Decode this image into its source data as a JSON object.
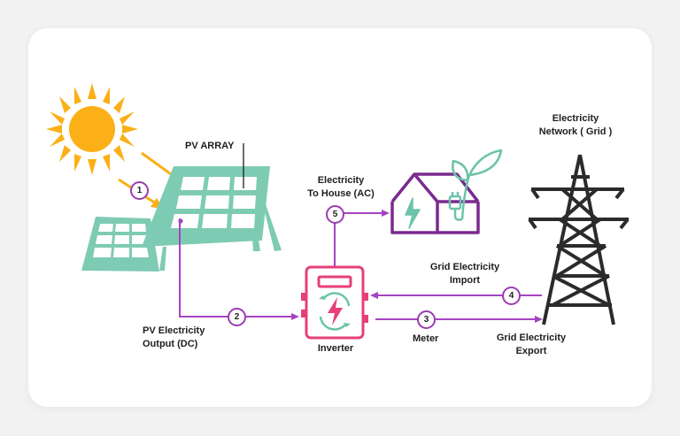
{
  "labels": {
    "pv_array": "PV ARRAY",
    "pv_output_line1": "PV Electricity",
    "pv_output_line2": "Output (DC)",
    "house_line1": "Electricity",
    "house_line2": "To House (AC)",
    "inverter": "Inverter",
    "meter": "Meter",
    "grid_import_line1": "Grid Electricity",
    "grid_import_line2": "Import",
    "grid_export_line1": "Grid Electricity",
    "grid_export_line2": "Export",
    "network_line1": "Electricity",
    "network_line2": "Network ( Grid )"
  },
  "steps": [
    "1",
    "2",
    "3",
    "4",
    "5"
  ],
  "icons": {
    "sun": "sun-icon",
    "solar_panels": "solar-panel-icon",
    "inverter": "inverter-icon",
    "house": "house-icon",
    "tower": "power-tower-icon"
  },
  "colors": {
    "sun": "#fbb017",
    "panel": "#7ecbb3",
    "panel_cell": "#ffffff",
    "flow_line": "#a544c0",
    "inverter": "#e63f79",
    "house": "#7b2a8f",
    "leaf": "#6cc3a9",
    "tower": "#2b2b2b"
  }
}
